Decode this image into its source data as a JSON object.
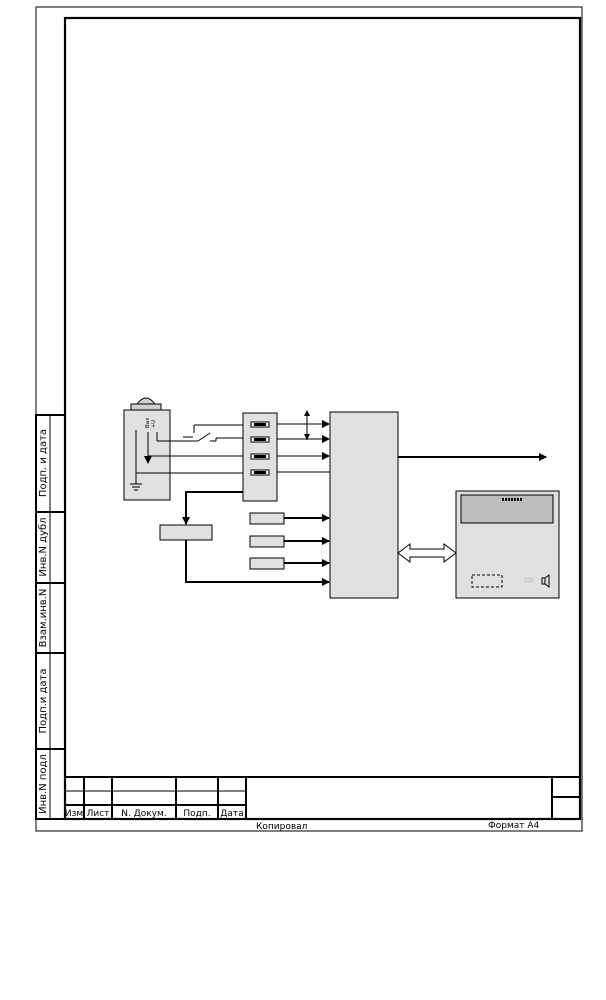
{
  "stamp": {
    "side_labels": [
      "Подп. и дата",
      "Инв.N дубл",
      "Взам.инв.N",
      "Подп.и дата",
      "Инв.N подл"
    ],
    "title_columns": [
      "Изм",
      "Лист",
      "N. Докум.",
      "Подп.",
      "Дата"
    ],
    "copied_label": "Копировал",
    "format_label": "Формат А4"
  },
  "diagram": {
    "sensor_pins": [
      "Вых",
      "+U"
    ]
  }
}
